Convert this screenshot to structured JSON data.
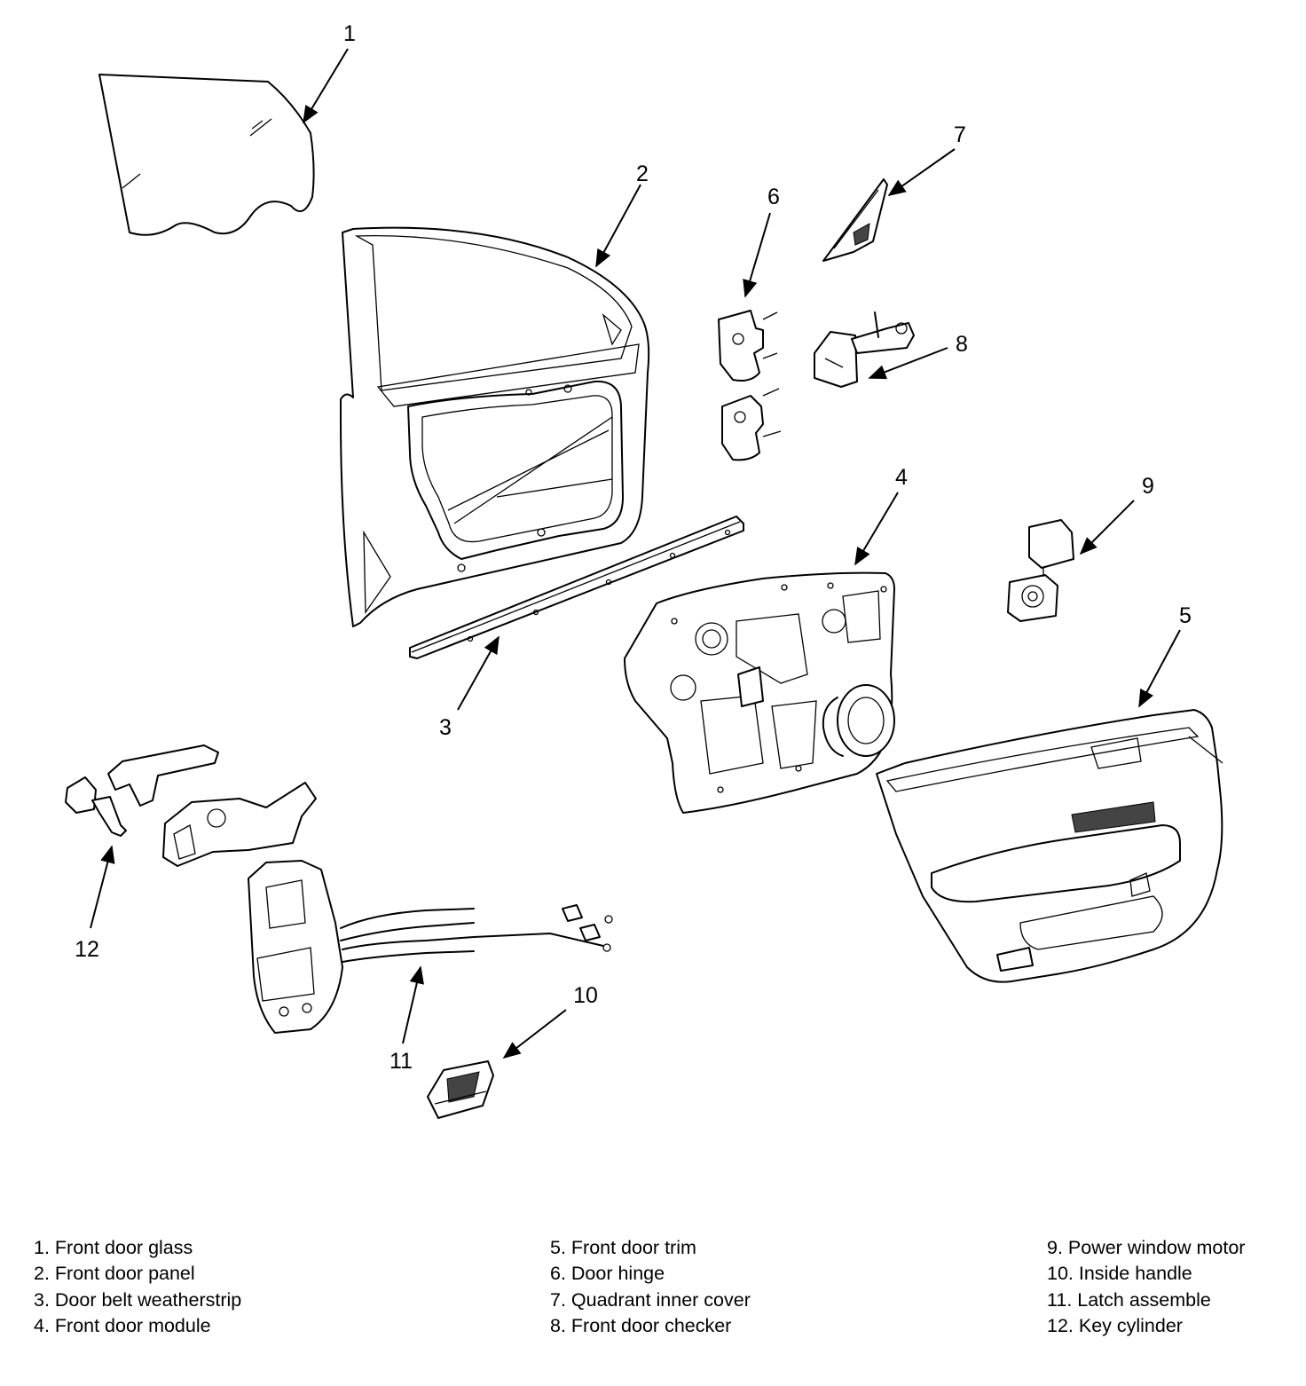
{
  "callouts": {
    "c1": "1",
    "c2": "2",
    "c3": "3",
    "c4": "4",
    "c5": "5",
    "c6": "6",
    "c7": "7",
    "c8": "8",
    "c9": "9",
    "c10": "10",
    "c11": "11",
    "c12": "12"
  },
  "legend": {
    "columns": [
      [
        "1. Front door glass",
        "2. Front door panel",
        "3. Door belt weatherstrip",
        "4. Front door module"
      ],
      [
        "5. Front door trim",
        "6. Door hinge",
        "7. Quadrant inner cover",
        "8. Front door checker"
      ],
      [
        "9. Power window motor",
        "10. Inside handle",
        "11. Latch assemble",
        "12. Key cylinder"
      ]
    ]
  }
}
